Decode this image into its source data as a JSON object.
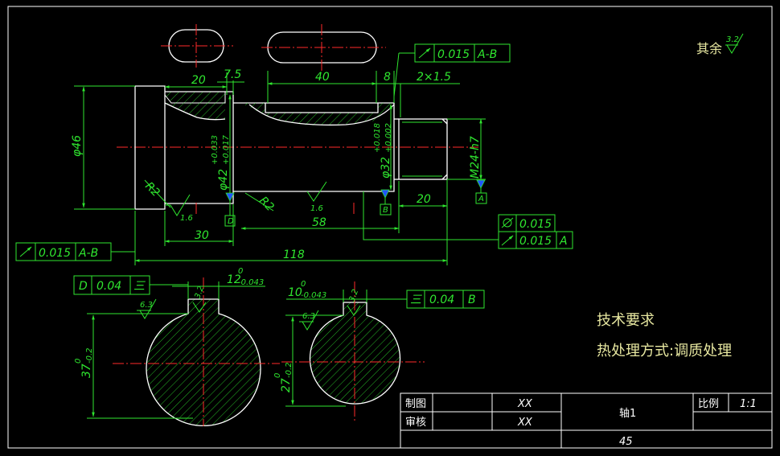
{
  "dimensions": {
    "width_top": "20",
    "gap_7_5": "7.5",
    "key_length": "40",
    "gap_8": "8",
    "chamfer": "2×1.5",
    "dia_46": "φ46",
    "dia_42": "φ42",
    "dia_42_tol_up": "+0.033",
    "dia_42_tol_low": "+0.017",
    "dia_32": "φ32",
    "dia_32_tol_up": "+0.018",
    "dia_32_tol_low": "+0.002",
    "thread": "M24-h7",
    "radius_left": "R2",
    "radius_mid": "R2",
    "len_20_right": "20",
    "len_30": "30",
    "len_58": "58",
    "len_118": "118",
    "key_width_12": "12",
    "key_width_12_tol_up": "0",
    "key_width_12_tol_low": "-0.043",
    "key_width_10": "10",
    "key_width_10_tol_up": "0",
    "key_width_10_tol_low": "-0.043",
    "depth_37": "37",
    "depth_37_tol_up": "0",
    "depth_37_tol_low": "-0.2",
    "depth_27": "27",
    "depth_27_tol_up": "0",
    "depth_27_tol_low": "-0.2"
  },
  "roughness": {
    "other": "其余",
    "other_value": "3.2",
    "r1": "1.6",
    "r2": "1.6",
    "s1_a": "6.3",
    "s1_b": "3.2",
    "s2_a": "6.3",
    "s2_b": "3.2"
  },
  "tolerance_frames": {
    "top_right": {
      "value": "0.015",
      "datum": "A-B"
    },
    "left": {
      "value": "0.015",
      "datum": "A-B"
    },
    "cyl_value": "0.015",
    "runout": {
      "value": "0.015",
      "datum": "A"
    },
    "sym_left": {
      "datum_letter": "D",
      "value": "0.04",
      "symbol": "三"
    },
    "sym_right": {
      "symbol": "三",
      "value": "0.04",
      "datum": "B"
    }
  },
  "datums": {
    "a": "A",
    "b": "B",
    "d": "D"
  },
  "requirements": {
    "title": "技术要求",
    "line1": "热处理方式:调质处理"
  },
  "title_block": {
    "drawn_label": "制图",
    "drawn_value": "XX",
    "checked_label": "审核",
    "checked_value": "XX",
    "part_name": "轴1",
    "material": "45",
    "scale_label": "比例",
    "scale_value": "1:1"
  }
}
